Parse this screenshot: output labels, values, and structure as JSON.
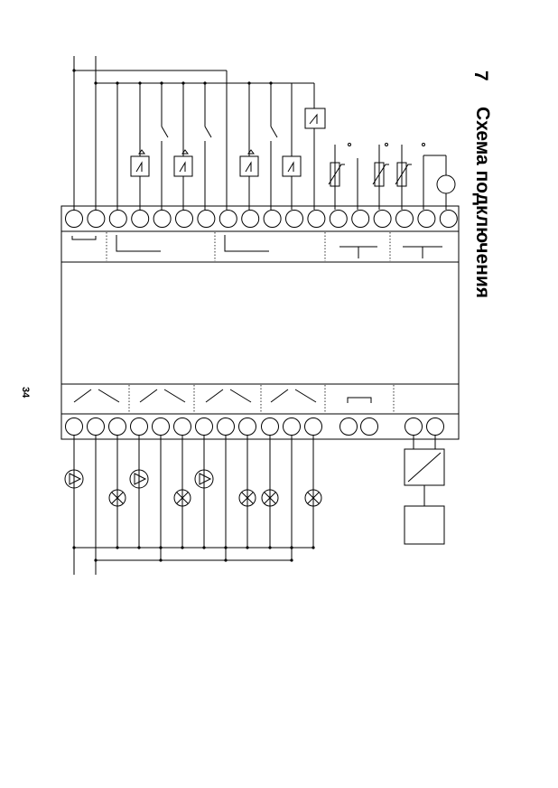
{
  "page": {
    "section_number": "7",
    "section_title": "Схема подключения",
    "page_number": "34"
  },
  "diagram": {
    "terminals_top": 18,
    "terminals_bottom": 16,
    "top_relay_inputs": 6,
    "top_sensor_inputs": 4,
    "bottom_relay_groups": 4,
    "bottom_pump_loads": 3,
    "bottom_lamp_loads": 5
  }
}
